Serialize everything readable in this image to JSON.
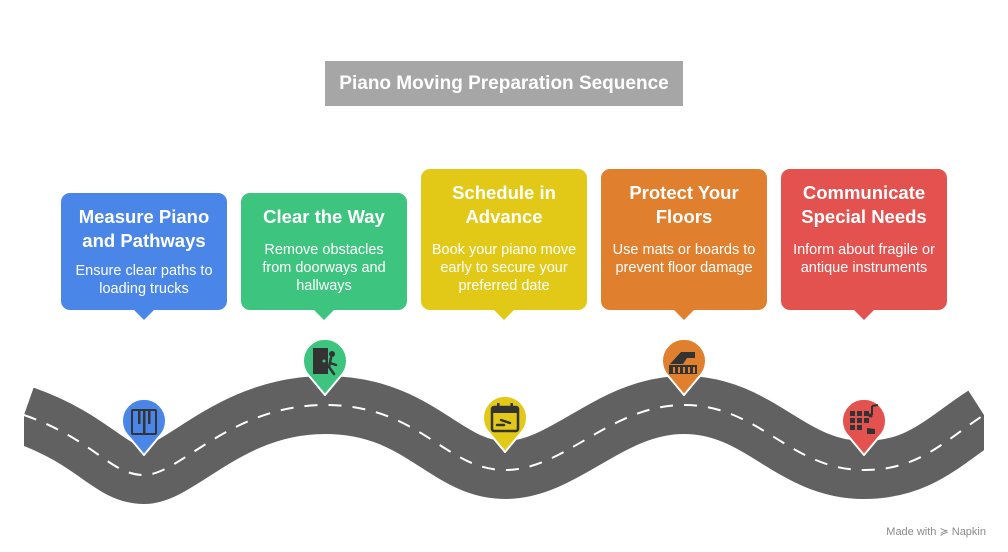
{
  "title": "Piano Moving Preparation Sequence",
  "steps": [
    {
      "title": "Measure Piano and Pathways",
      "desc": "Ensure clear paths to loading trucks",
      "color": "#4a86e8",
      "icon": "piano-keys-icon"
    },
    {
      "title": "Clear the Way",
      "desc": "Remove obstacles from doorways and hallways",
      "color": "#3dc47e",
      "icon": "door-exit-icon"
    },
    {
      "title": "Schedule in Advance",
      "desc": "Book your piano move early to secure your preferred date",
      "color": "#e2c918",
      "icon": "calendar-icon"
    },
    {
      "title": "Protect Your Floors",
      "desc": "Use mats or boards to prevent floor damage",
      "color": "#e07f2e",
      "icon": "grand-piano-icon"
    },
    {
      "title": "Communicate Special Needs",
      "desc": "Inform about fragile or antique instruments",
      "color": "#e4524f",
      "icon": "music-grid-icon"
    }
  ],
  "footer": "Made with ≽ Napkin"
}
